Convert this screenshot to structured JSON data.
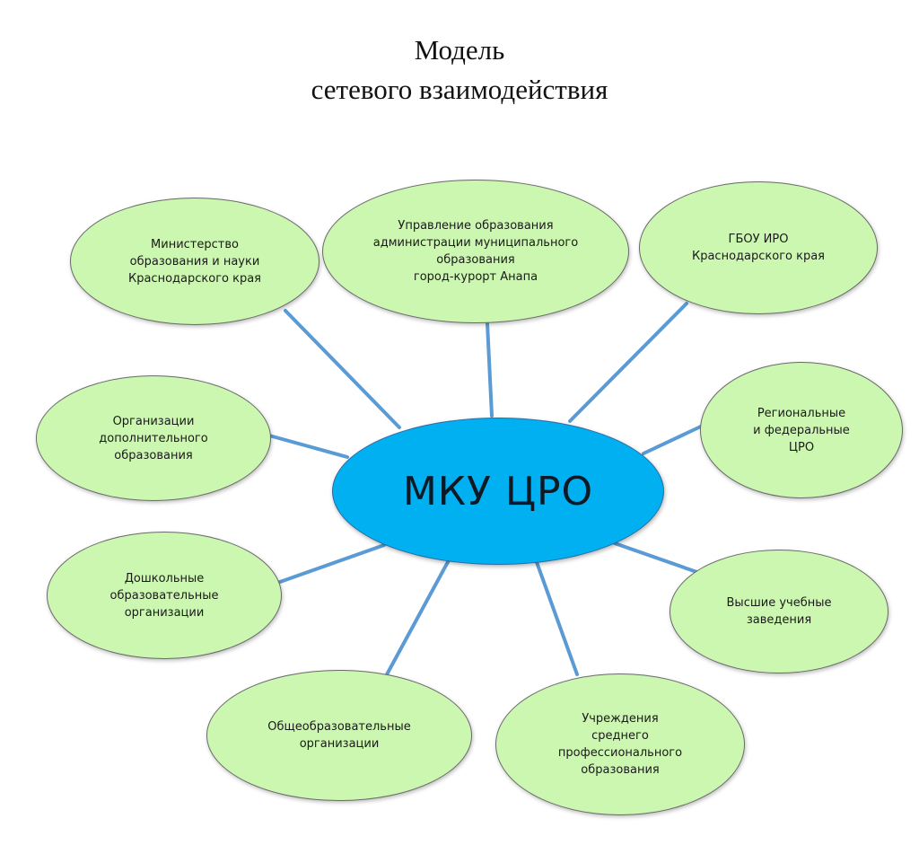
{
  "title": {
    "line1": "Модель",
    "line2": "сетевого взаимодействия"
  },
  "colors": {
    "center_fill": "#00b0f0",
    "node_fill": "#ccf7b0",
    "link": "#5b9bd5"
  },
  "center": {
    "label": "МКУ ЦРО"
  },
  "nodes": [
    {
      "id": "ministry",
      "label": "Министерство\nобразования и науки\nКраснодарского края"
    },
    {
      "id": "municipal-education",
      "label": "Управление образования\nадминистрации муниципального\nобразования\nгород-курорт Анапа"
    },
    {
      "id": "gbou-iro",
      "label": "ГБОУ ИРО\nКраснодарского края"
    },
    {
      "id": "additional-education",
      "label": "Организации\nдополнительного\nобразования"
    },
    {
      "id": "regional-federal-cro",
      "label": "Региональные\nи федеральные\nЦРО"
    },
    {
      "id": "preschool",
      "label": "Дошкольные\nобразовательные\nорганизации"
    },
    {
      "id": "higher-education",
      "label": "Высшие учебные\nзаведения"
    },
    {
      "id": "general-education",
      "label": "Общеобразовательные\nорганизации"
    },
    {
      "id": "vocational",
      "label": "Учреждения\nсреднего\nпрофессионального\nобразования"
    }
  ]
}
